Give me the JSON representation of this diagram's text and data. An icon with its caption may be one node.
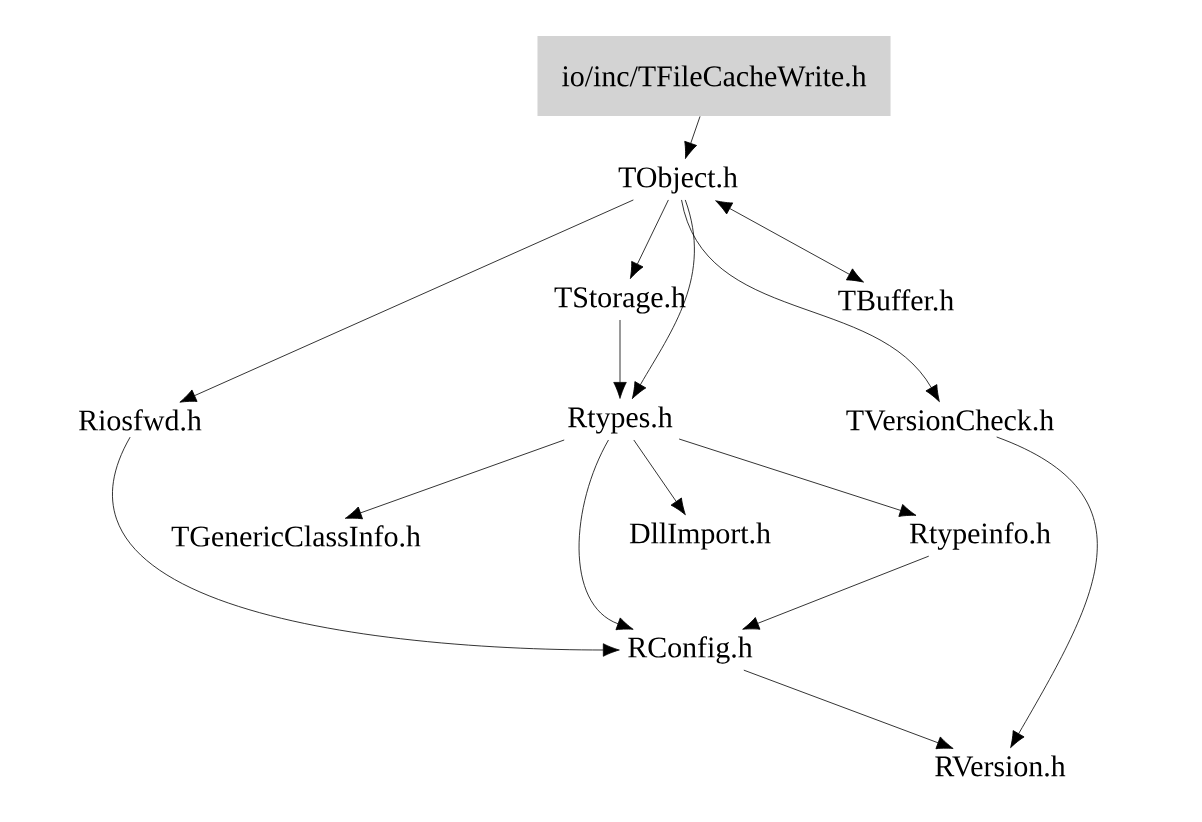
{
  "diagram": {
    "nodes": [
      {
        "text": [
          "io/inc/TFileCacheWrite.h"
        ]
      },
      {
        "text": [
          "TObject.h"
        ]
      },
      {
        "text": [
          "TStorage.h"
        ]
      },
      {
        "text": [
          "TBuffer.h"
        ]
      },
      {
        "text": [
          "Riosfwd.h"
        ]
      },
      {
        "text": [
          "Rtypes.h"
        ]
      },
      {
        "text": [
          "TVersionCheck.h"
        ]
      },
      {
        "text": [
          "TGenericClassInfo.h"
        ]
      },
      {
        "text": [
          "DllImport.h"
        ]
      },
      {
        "text": [
          "Rtypeinfo.h"
        ]
      },
      {
        "text": [
          "RConfig.h"
        ]
      },
      {
        "text": [
          "RVersion.h"
        ]
      }
    ],
    "edges": [
      {
        "from": 0,
        "to": 1,
        "arrow": "to"
      },
      {
        "from": 1,
        "to": 4,
        "arrow": "to"
      },
      {
        "from": 1,
        "to": 2,
        "arrow": "to"
      },
      {
        "from": 1,
        "to": 3,
        "arrow": "both"
      },
      {
        "from": 1,
        "to": 5,
        "arrow": "to"
      },
      {
        "from": 1,
        "to": 6,
        "arrow": "to"
      },
      {
        "from": 2,
        "to": 5,
        "arrow": "to"
      },
      {
        "from": 5,
        "to": 7,
        "arrow": "to"
      },
      {
        "from": 5,
        "to": 8,
        "arrow": "to"
      },
      {
        "from": 5,
        "to": 9,
        "arrow": "to"
      },
      {
        "from": 5,
        "to": 10,
        "arrow": "to"
      },
      {
        "from": 4,
        "to": 10,
        "arrow": "to"
      },
      {
        "from": 9,
        "to": 10,
        "arrow": "to"
      },
      {
        "from": 6,
        "to": 11,
        "arrow": "to"
      },
      {
        "from": 10,
        "to": 11,
        "arrow": "to"
      }
    ]
  }
}
